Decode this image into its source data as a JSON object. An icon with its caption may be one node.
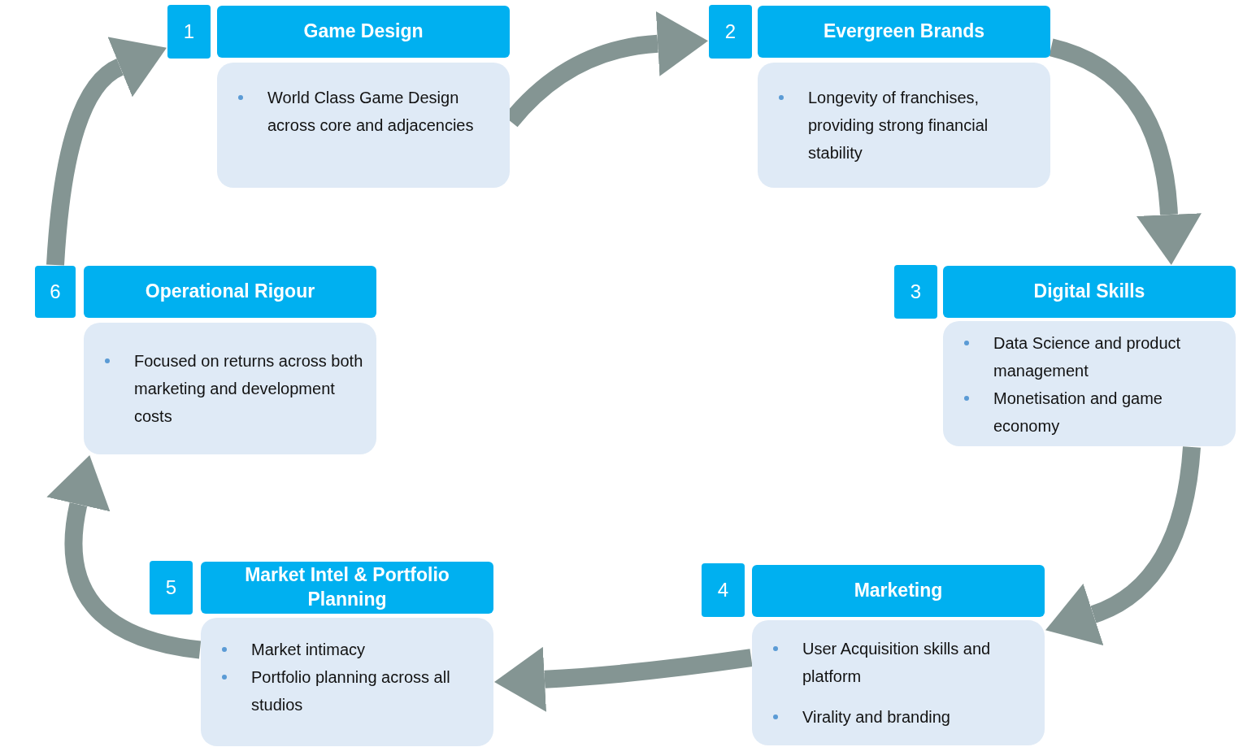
{
  "diagram": {
    "nodes": [
      {
        "text": [
          "1"
        ]
      },
      {
        "text": [
          "Game Design"
        ]
      },
      {
        "text": [
          "World Class Game Design across core and adjacencies"
        ]
      },
      {
        "text": [
          "2"
        ]
      },
      {
        "text": [
          "Evergreen Brands"
        ]
      },
      {
        "text": [
          "Longevity of franchises, providing strong financial stability"
        ]
      },
      {
        "text": [
          "3"
        ]
      },
      {
        "text": [
          "Digital Skills"
        ]
      },
      {
        "text": [
          "Data Science and product management",
          "Monetisation and game economy"
        ]
      },
      {
        "text": [
          "4"
        ]
      },
      {
        "text": [
          "Marketing"
        ]
      },
      {
        "text": [
          "User Acquisition skills and platform",
          "Virality and branding"
        ]
      },
      {
        "text": [
          "5"
        ]
      },
      {
        "text": [
          "Market Intel & Portfolio Planning"
        ]
      },
      {
        "text": [
          "Market intimacy",
          "Portfolio planning across all studios"
        ]
      },
      {
        "text": [
          "6"
        ]
      },
      {
        "text": [
          "Operational Rigour"
        ]
      },
      {
        "text": [
          "Focused on returns across both marketing and development costs"
        ]
      }
    ],
    "edges": [
      {
        "from": 2,
        "to": 3,
        "arrow": "to"
      },
      {
        "from": 4,
        "to": 7,
        "arrow": "to"
      },
      {
        "from": 8,
        "to": 11,
        "arrow": "to"
      },
      {
        "from": 11,
        "to": 14,
        "arrow": "to"
      },
      {
        "from": 14,
        "to": 17,
        "arrow": "to"
      },
      {
        "from": 15,
        "to": 0,
        "arrow": "to"
      }
    ]
  }
}
